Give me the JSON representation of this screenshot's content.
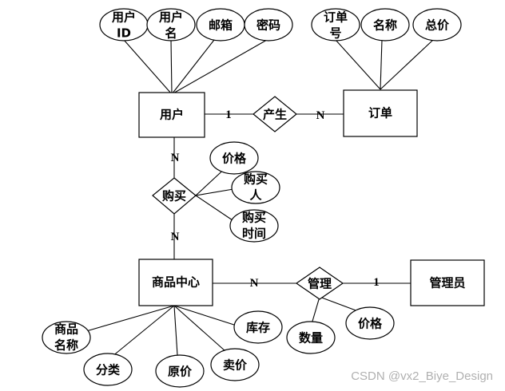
{
  "entities": {
    "user": "用户",
    "order": "订单",
    "mall": "商品中心",
    "admin": "管理员"
  },
  "relationships": {
    "produce": "产生",
    "buy": "购买",
    "manage": "管理"
  },
  "attributes": {
    "user_id": [
      "用户",
      "ID"
    ],
    "username": [
      "用户",
      "名"
    ],
    "email": "邮箱",
    "password": "密码",
    "order_no": [
      "订单",
      "号"
    ],
    "order_name": "名称",
    "total_price": "总价",
    "buy_price": "价格",
    "buyer": [
      "购买",
      "人"
    ],
    "buy_time": [
      "购买",
      "时间"
    ],
    "goods_name": [
      "商品",
      "名称"
    ],
    "category": "分类",
    "original_price": "原价",
    "sale_price": "卖价",
    "stock": "库存",
    "quantity": "数量",
    "manage_price": "价格"
  },
  "cardinalities": {
    "user_produce": "1",
    "produce_order": "N",
    "user_buy": "N",
    "buy_mall": "N",
    "mall_manage": "N",
    "manage_admin": "1"
  },
  "watermark": "CSDN @vx2_Biye_Design"
}
